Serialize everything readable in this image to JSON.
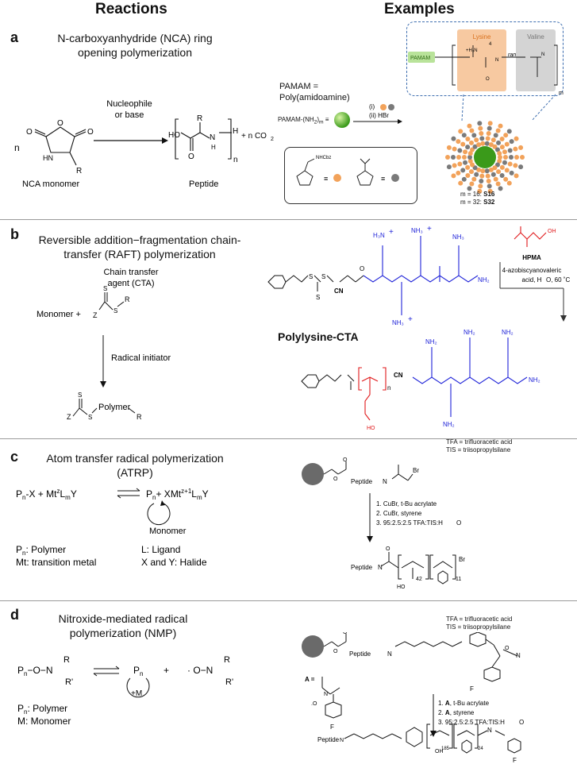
{
  "header": {
    "reactions": "Reactions",
    "examples": "Examples"
  },
  "a": {
    "label": "a",
    "title_line1": "N-carboxyanhydride (NCA) ring",
    "title_line2": "opening polymerization",
    "n": "n",
    "reagent_line1": "Nucleophile",
    "reagent_line2": "or base",
    "monomer_caption": "NCA monomer",
    "product_caption": "Peptide",
    "co2": "+ n CO",
    "co2_sub": "2",
    "pamam_line1": "PAMAM =",
    "pamam_line2": "Poly(amidoamine)",
    "pamam_formula": "PAMAM-(NH",
    "pamam_formula_sub": "2",
    "pamam_formula_m": "m",
    "step1": "(i)",
    "step2": "(ii) HBr",
    "nhcbz": "NHCbz",
    "lysine": "Lysine",
    "valine": "Valine",
    "pamam_tag": "PAMAM",
    "ran": "ran",
    "m16": "m = 16: ",
    "s16": "S16",
    "m32": "m = 32: ",
    "s32": "S32"
  },
  "b": {
    "label": "b",
    "title_line1": "Reversible addition−fragmentation chain-",
    "title_line2": "transfer (RAFT) polymerization",
    "cta_line1": "Chain transfer",
    "cta_line2": "agent (CTA)",
    "monomer_plus": "Monomer +",
    "radical_initiator": "Radical initiator",
    "polymer": "Polymer",
    "polylysine_cta": "Polylysine-CTA",
    "hpma": "HPMA",
    "cond_line1": "4-azobiscyanovaleric",
    "cond_line2": "acid, H",
    "cond_line2b": "O, 60 ˚C",
    "cn": "CN"
  },
  "c": {
    "label": "c",
    "title_line1": "Atom transfer radical polymerization",
    "title_line2": "(ATRP)",
    "monomer": "Monomer",
    "pn_def": "P",
    "pn_def_rest": ": Polymer",
    "mt_def": "Mt: transition metal",
    "l_def": "L: Ligand",
    "xy_def": "X and Y: Halide",
    "tfa": "TFA = trifluoracetic acid",
    "tis": "TIS = triisopropylsilane",
    "peptide": "Peptide",
    "step1": "1. CuBr, t-Bu acrylate",
    "step2": "2. CuBr, styrene",
    "step3": "3. 95:2.5:2.5 TFA:TIS:H",
    "step3b": "O",
    "br": "Br",
    "oh": "HO",
    "n42": "42",
    "n11": "11"
  },
  "d": {
    "label": "d",
    "title_line1": "Nitroxide-mediated radical",
    "title_line2": "polymerization (NMP)",
    "plus_m": "+M",
    "pn_def_rest": ": Polymer",
    "m_def": "M: Monomer",
    "tfa": "TFA = trifluoracetic acid",
    "tis": "TIS = triisopropylsilane",
    "peptide": "Peptide",
    "a_eq": "A =",
    "step1a": "1. ",
    "step1b": "A",
    "step1c": ", t-Bu acrylate",
    "step2a": "2. ",
    "step2b": "A",
    "step2c": ", styrene",
    "step3": "3. 95:2.5:2.5 TFA:TIS:H",
    "step3b": "O",
    "n185": "185",
    "n24": "24",
    "f": "F",
    "oh": "OH"
  },
  "colors": {
    "blue": "#1f23d8",
    "red": "#e0191b",
    "orange": "#f2a25a",
    "grey_bead": "#7a7a7a"
  }
}
